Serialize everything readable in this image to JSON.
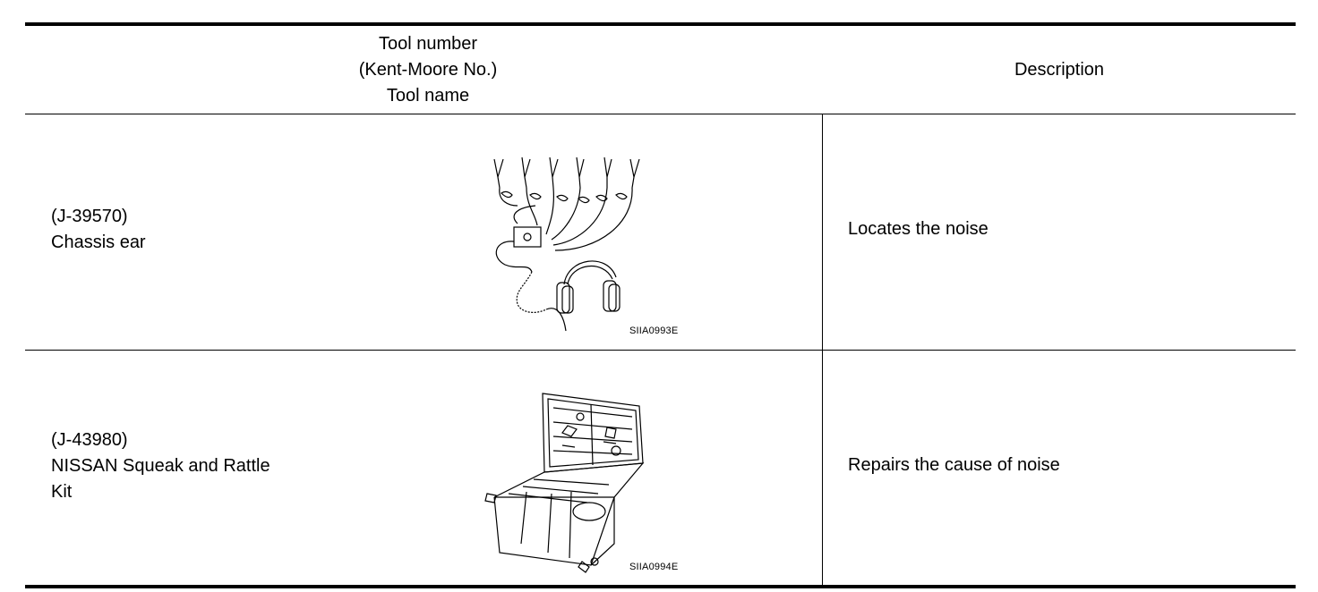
{
  "table": {
    "header": {
      "tool_col_lines": [
        "Tool number",
        "(Kent-Moore No.)",
        "Tool name"
      ],
      "description_col": "Description"
    },
    "rows": [
      {
        "tool_number": "(J-39570)",
        "tool_name_lines": [
          "Chassis ear"
        ],
        "figure_code": "SIIA0993E",
        "figure_icon": "chassis-ear-illustration",
        "description": "Locates the noise"
      },
      {
        "tool_number": "(J-43980)",
        "tool_name_lines": [
          "NISSAN Squeak and Rattle",
          "Kit"
        ],
        "figure_code": "SIIA0994E",
        "figure_icon": "squeak-rattle-kit-case-illustration",
        "description": "Repairs the cause of noise"
      }
    ]
  }
}
